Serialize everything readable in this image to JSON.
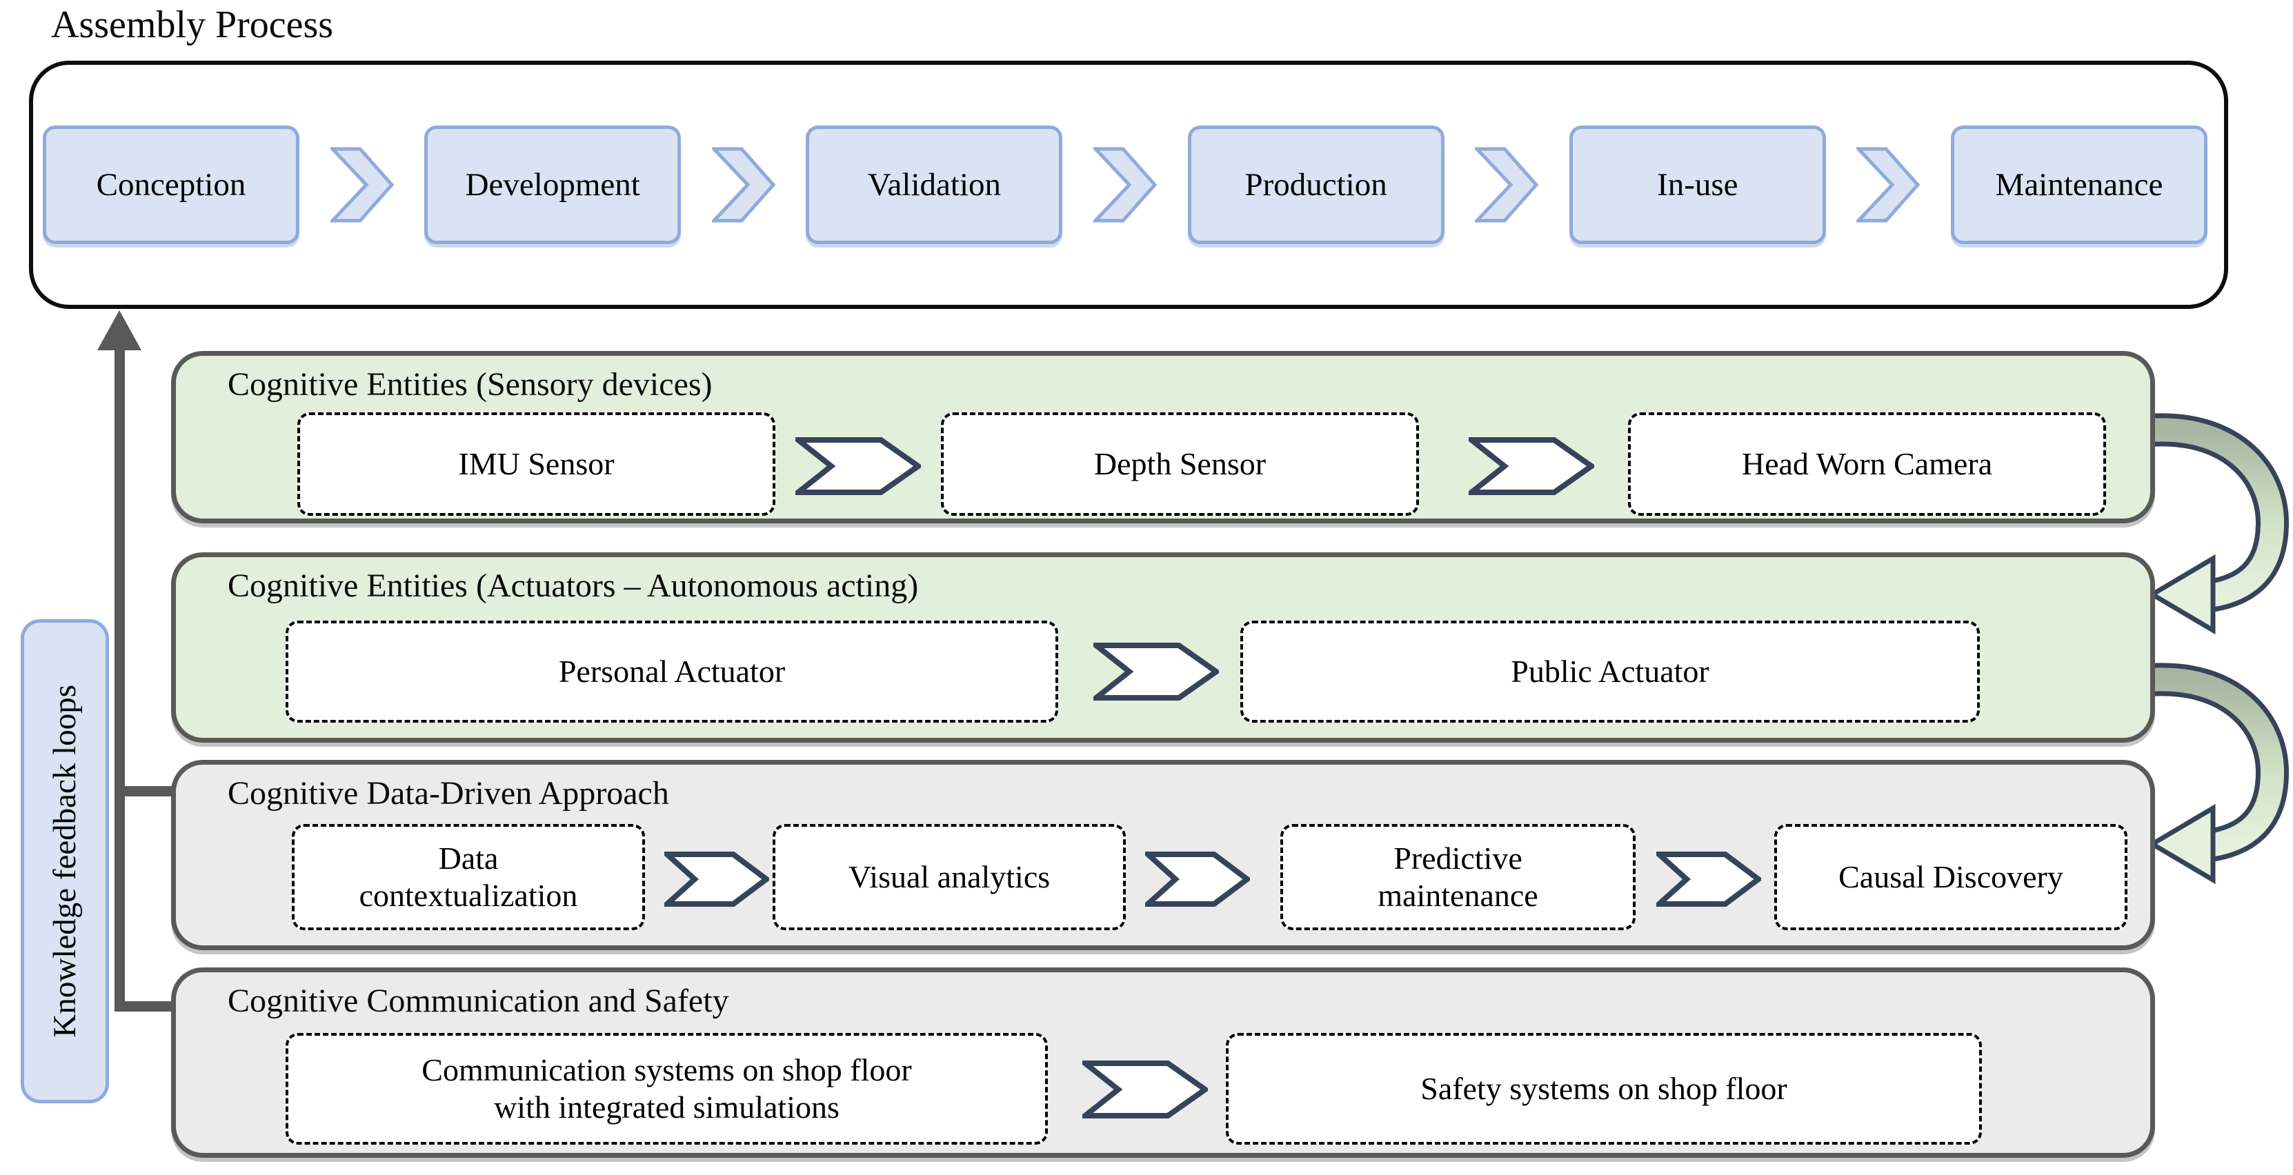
{
  "title": "Assembly Process",
  "assembly_stages": [
    "Conception",
    "Development",
    "Validation",
    "Production",
    "In-use",
    "Maintenance"
  ],
  "rows": [
    {
      "title": "Cognitive Entities (Sensory devices)",
      "theme": "green",
      "items": [
        "IMU Sensor",
        "Depth Sensor",
        "Head Worn Camera"
      ]
    },
    {
      "title": "Cognitive Entities (Actuators – Autonomous acting)",
      "theme": "green",
      "items": [
        "Personal Actuator",
        "Public Actuator"
      ]
    },
    {
      "title": "Cognitive Data-Driven Approach",
      "theme": "gray",
      "items": [
        "Data\ncontextualization",
        "Visual analytics",
        "Predictive\nmaintenance",
        "Causal Discovery"
      ]
    },
    {
      "title": "Cognitive Communication and Safety",
      "theme": "gray",
      "items": [
        "Communication systems on shop floor\nwith integrated simulations",
        "Safety systems on shop floor"
      ]
    }
  ],
  "side_label": "Knowledge feedback loops",
  "colors": {
    "stage_fill": "#dae3f3",
    "stage_border": "#8faadc",
    "green_row_fill": "#e2efda",
    "gray_row_fill": "#ebebeb",
    "row_border": "#595959",
    "chevron_outline": "#36435a",
    "feedback_arrow": "#595959",
    "loop_arrow_dark": "#a6b6a1",
    "loop_arrow_light": "#e6f1dd"
  }
}
